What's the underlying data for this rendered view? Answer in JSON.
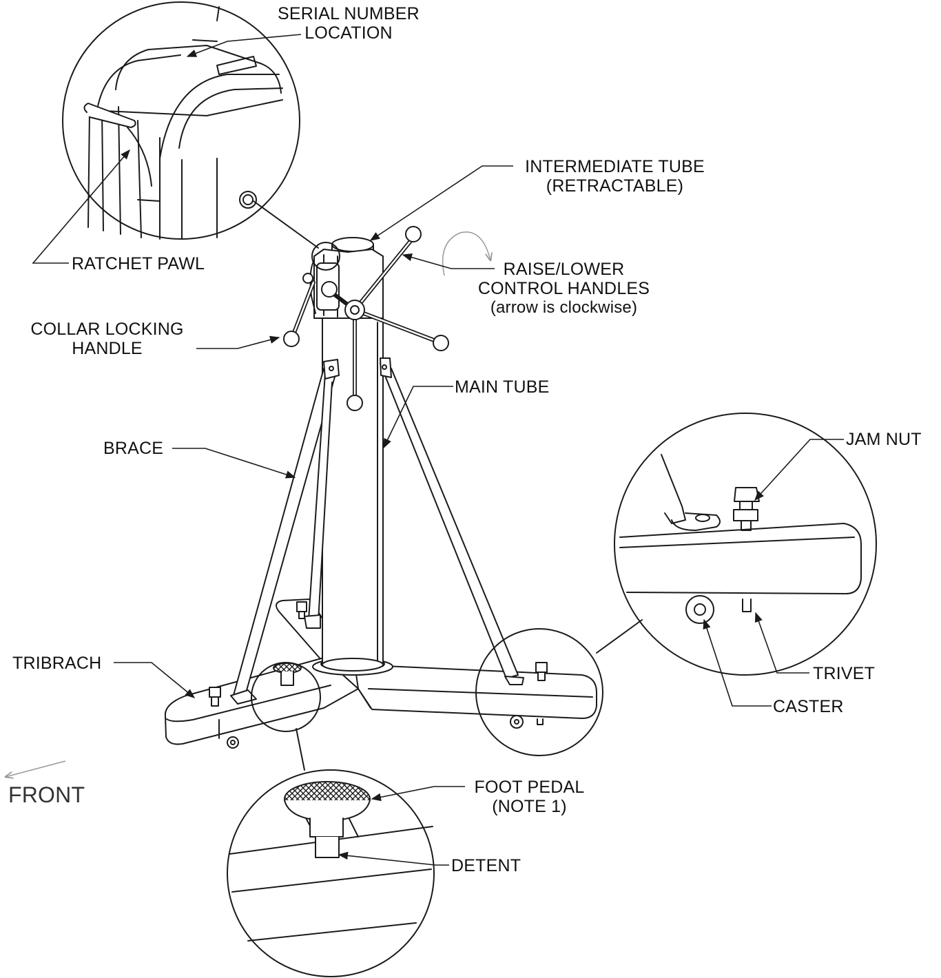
{
  "diagram": {
    "labels": {
      "serial_number_1": "SERIAL NUMBER",
      "serial_number_2": "LOCATION",
      "intermediate_tube_1": "INTERMEDIATE TUBE",
      "intermediate_tube_2": "(RETRACTABLE)",
      "ratchet_pawl": "RATCHET PAWL",
      "raise_lower_1": "RAISE/LOWER",
      "raise_lower_2": "CONTROL HANDLES",
      "raise_lower_3": "(arrow is clockwise)",
      "collar_locking_1": "COLLAR LOCKING",
      "collar_locking_2": "HANDLE",
      "main_tube": "MAIN TUBE",
      "brace": "BRACE",
      "jam_nut": "JAM NUT",
      "tribrach": "TRIBRACH",
      "trivet": "TRIVET",
      "caster": "CASTER",
      "front": "FRONT",
      "foot_pedal_1": "FOOT PEDAL",
      "foot_pedal_2": "(NOTE 1)",
      "detent": "DETENT"
    },
    "colors": {
      "line": "#1a1a1a",
      "arrow_hint": "#999999"
    }
  }
}
